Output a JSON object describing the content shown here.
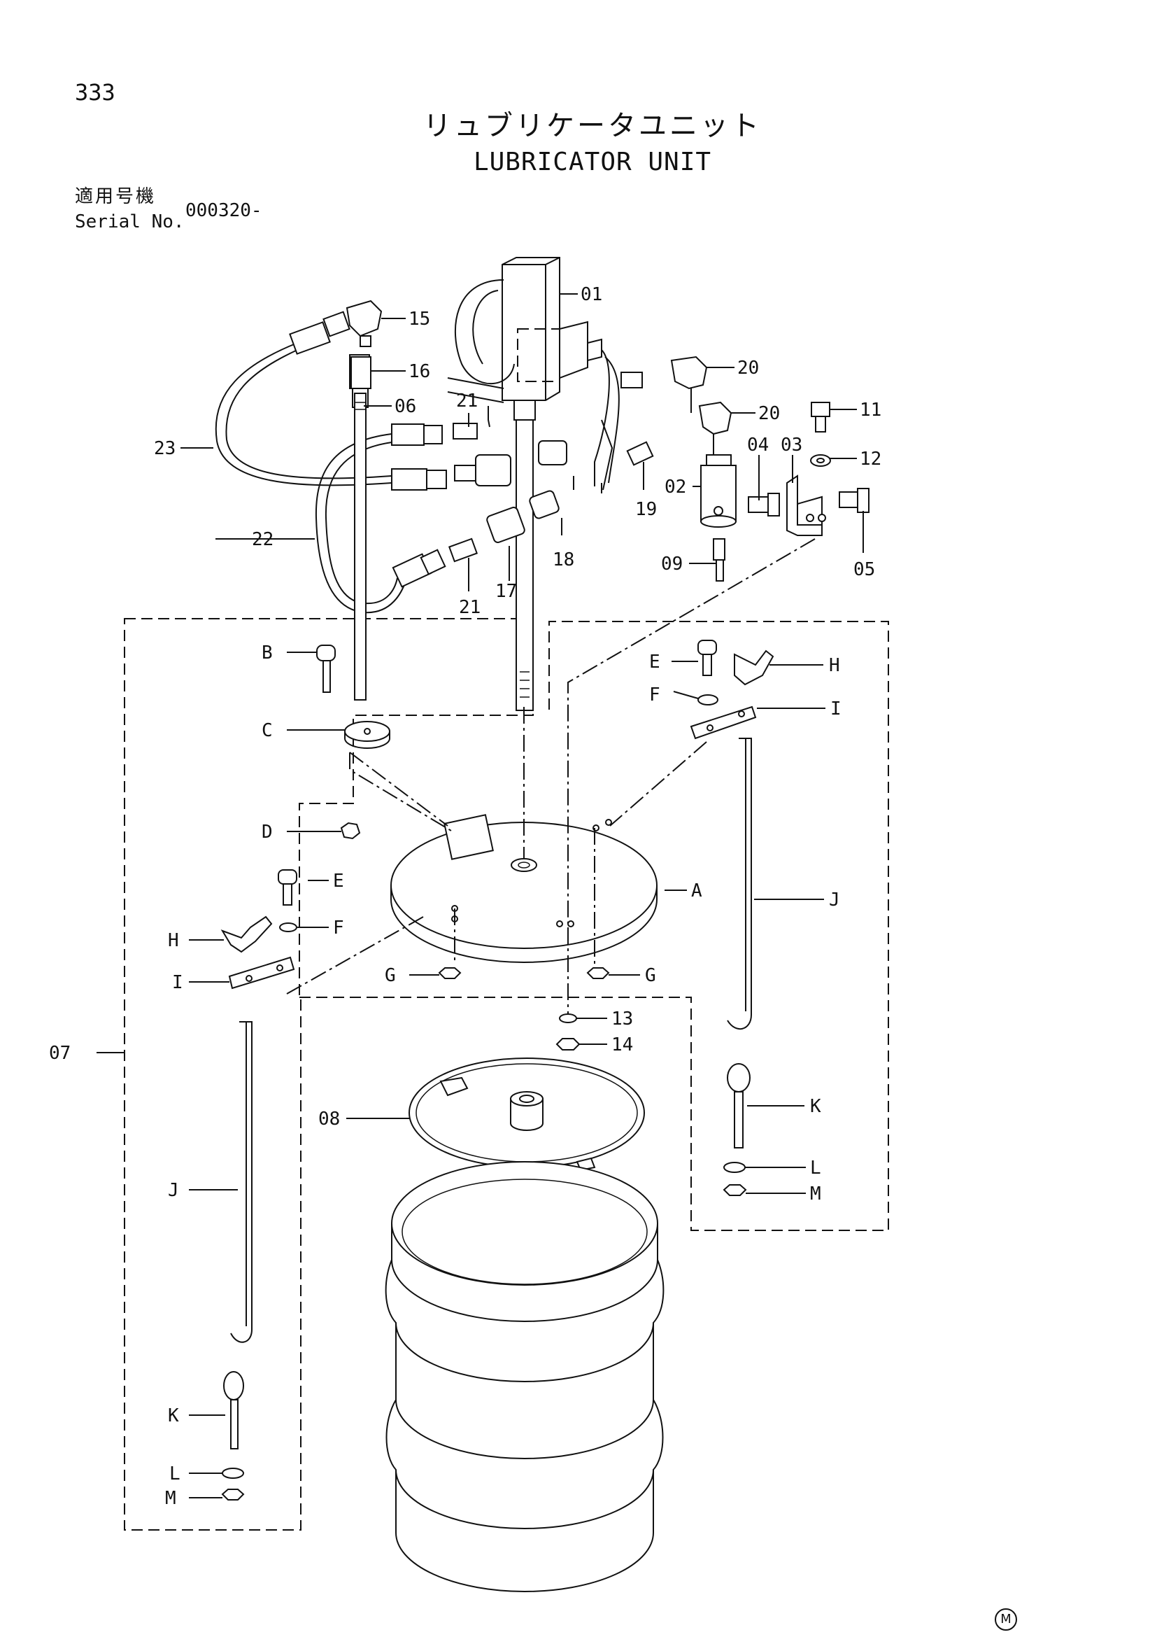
{
  "page": {
    "page_number": "333",
    "title_jp": "リュブリケータユニット",
    "title_en": "LUBRICATOR UNIT",
    "serial_label_jp": "適用号機",
    "serial_label_en": "Serial No.",
    "serial_value": "000320-",
    "corner_mark": "M"
  },
  "callouts": {
    "c01": "01",
    "c02": "02",
    "c03": "03",
    "c04": "04",
    "c05": "05",
    "c06": "06",
    "c07": "07",
    "c08": "08",
    "c09": "09",
    "c11": "11",
    "c12": "12",
    "c13": "13",
    "c14": "14",
    "c15": "15",
    "c16": "16",
    "c17": "17",
    "c18": "18",
    "c19": "19",
    "c20a": "20",
    "c20b": "20",
    "c21a": "21",
    "c21b": "21",
    "c22": "22",
    "c23": "23",
    "A": "A",
    "B": "B",
    "C": "C",
    "D": "D",
    "E1": "E",
    "E2": "E",
    "F1": "F",
    "F2": "F",
    "G1": "G",
    "G2": "G",
    "H1": "H",
    "H2": "H",
    "I1": "I",
    "I2": "I",
    "J1": "J",
    "J2": "J",
    "K1": "K",
    "K2": "K",
    "L1": "L",
    "L2": "L",
    "M1": "M",
    "M2": "M"
  }
}
